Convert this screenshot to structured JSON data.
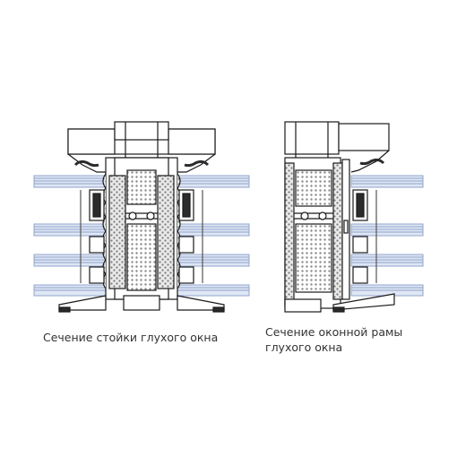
{
  "captions": {
    "mullion_section": "Сечение стойки глухого окна",
    "frame_section_line1": "Сечение оконной рамы",
    "frame_section_line2": "глухого окна"
  },
  "colors": {
    "outline": "#1a1a1a",
    "glass": "#b9c7e3",
    "insulation": "#9a9a9a",
    "gasket": "#2b2b2b",
    "caption": "#333333"
  }
}
